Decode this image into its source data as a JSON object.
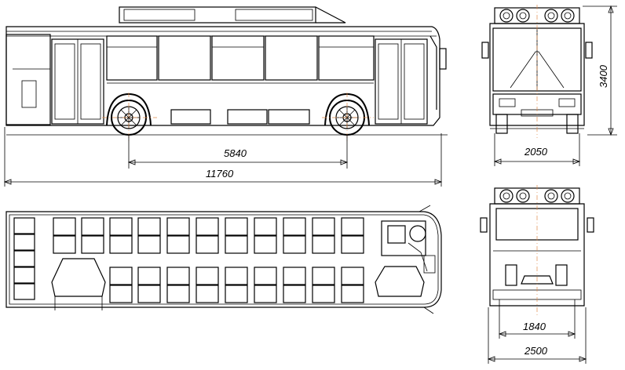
{
  "dimensions": {
    "wheelbase": "5840",
    "overall_length": "11760",
    "overall_height": "3400",
    "track_width": "2050",
    "rear_track_width": "1840",
    "overall_width": "2500"
  },
  "colors": {
    "line": "#000000",
    "axis": "#e08a4a",
    "background": "#ffffff"
  }
}
